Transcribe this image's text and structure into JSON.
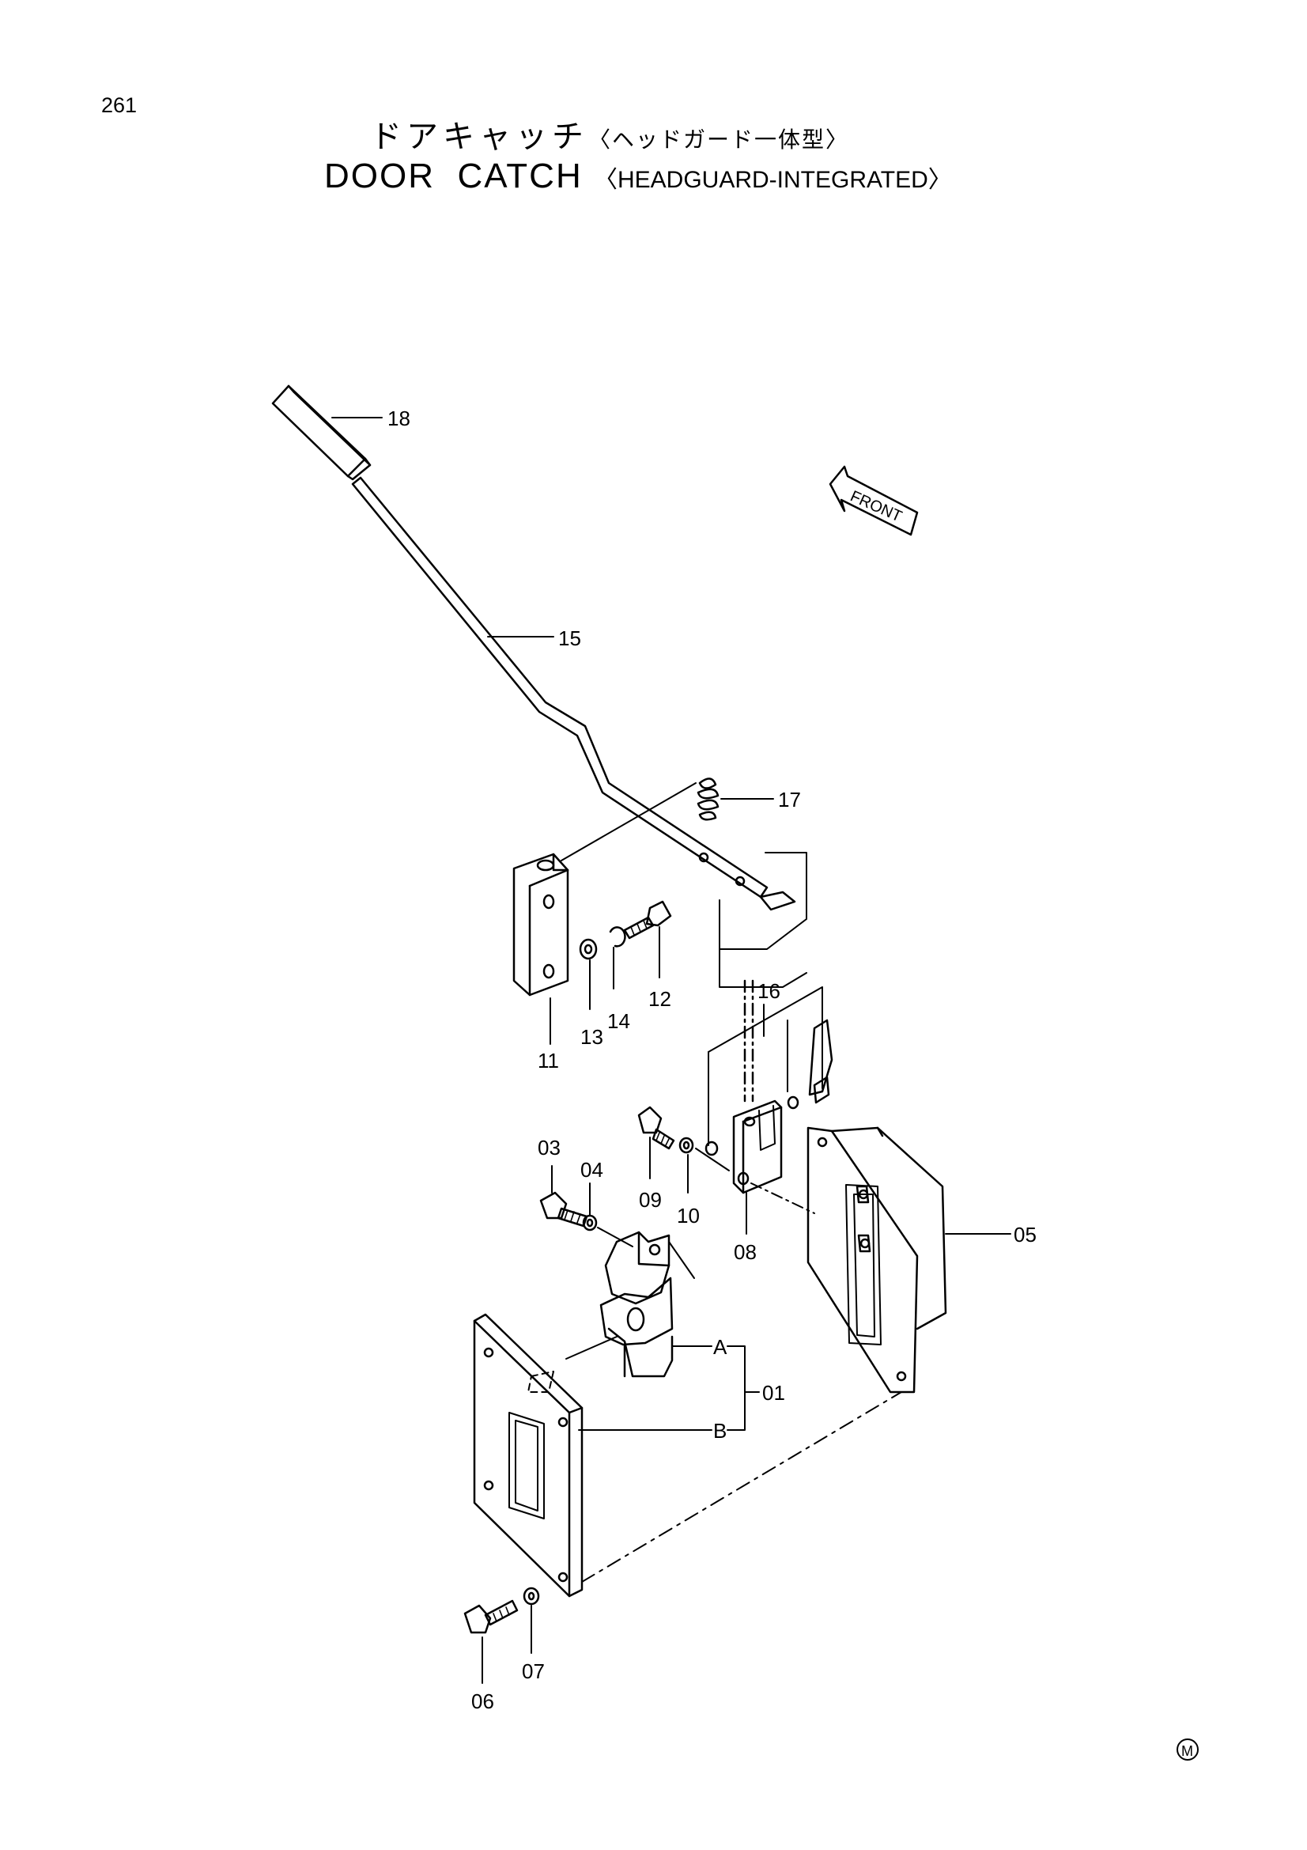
{
  "page_number": "261",
  "title_jp": "ドアキャッチ",
  "title_jp_sub": "〈ヘッドガード一体型〉",
  "title_en": "DOOR  CATCH",
  "title_en_sub": "〈HEADGUARD-INTEGRATED〉",
  "front_label": "FRONT",
  "maker_mark": "M",
  "parts": [
    {
      "id": "18",
      "label": "18"
    },
    {
      "id": "15",
      "label": "15"
    },
    {
      "id": "17",
      "label": "17"
    },
    {
      "id": "16",
      "label": "16"
    },
    {
      "id": "11",
      "label": "11"
    },
    {
      "id": "13",
      "label": "13"
    },
    {
      "id": "14",
      "label": "14"
    },
    {
      "id": "12",
      "label": "12"
    },
    {
      "id": "03",
      "label": "03"
    },
    {
      "id": "04",
      "label": "04"
    },
    {
      "id": "09",
      "label": "09"
    },
    {
      "id": "10",
      "label": "10"
    },
    {
      "id": "08",
      "label": "08"
    },
    {
      "id": "05",
      "label": "05"
    },
    {
      "id": "A",
      "label": "A"
    },
    {
      "id": "01",
      "label": "01"
    },
    {
      "id": "B",
      "label": "B"
    },
    {
      "id": "07",
      "label": "07"
    },
    {
      "id": "06",
      "label": "06"
    }
  ]
}
